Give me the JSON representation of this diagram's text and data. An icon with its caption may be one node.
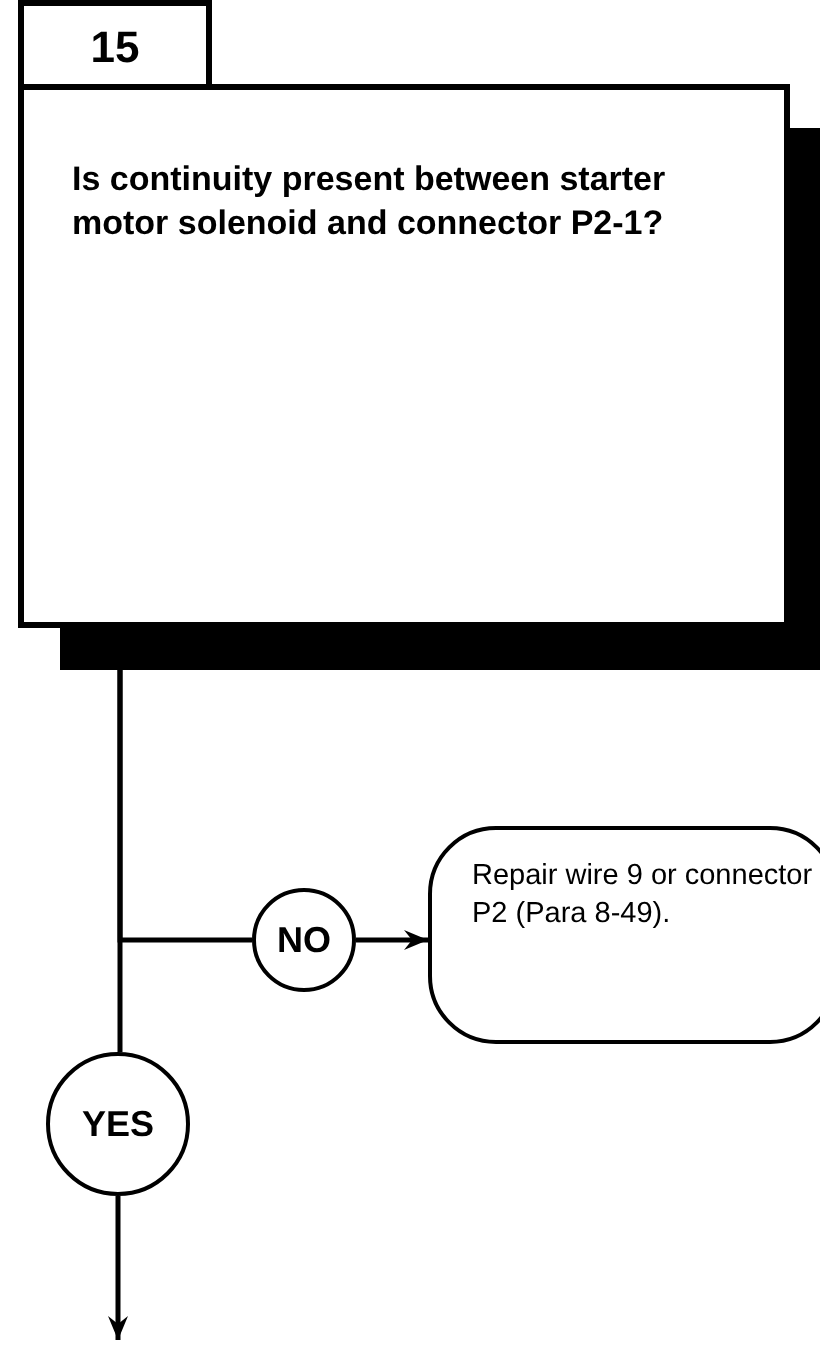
{
  "diagram": {
    "nodes": [
      {
        "text": [
          "15"
        ]
      },
      {
        "text": [
          "Is continuity present between starter motor solenoid and connector P2-1?"
        ]
      },
      {
        "text": [
          "NO"
        ]
      },
      {
        "text": [
          "Repair wire 9 or connector P2 (Para 8-49)."
        ]
      },
      {
        "text": [
          "YES"
        ]
      }
    ],
    "edges": [
      {
        "from": 1,
        "to": 4,
        "arrow": "none"
      },
      {
        "from": 1,
        "to": 2,
        "arrow": "none"
      },
      {
        "from": 2,
        "to": 3,
        "arrow": "to"
      },
      {
        "from": 4,
        "to": null,
        "arrow": "to"
      }
    ]
  }
}
